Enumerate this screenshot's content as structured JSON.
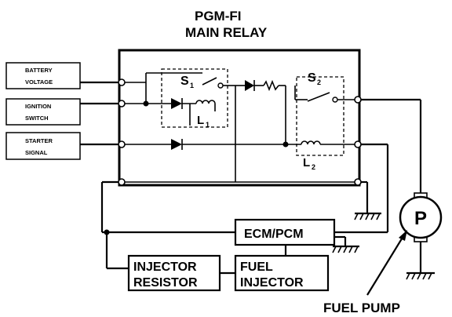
{
  "title": {
    "line1": "PGM-FI",
    "line2": "MAIN RELAY"
  },
  "inputs": [
    {
      "line1": "BATTERY",
      "line2": "VOLTAGE"
    },
    {
      "line1": "IGNITION",
      "line2": "SWITCH"
    },
    {
      "line1": "STARTER",
      "line2": "SIGNAL"
    }
  ],
  "switches": {
    "s1": "S",
    "s1_sub": "1",
    "s2": "S",
    "s2_sub": "2"
  },
  "coils": {
    "l1": "L",
    "l1_sub": "1",
    "l2": "L",
    "l2_sub": "2"
  },
  "components": {
    "ecm": "ECM/PCM",
    "injector_resistor": {
      "line1": "INJECTOR",
      "line2": "RESISTOR"
    },
    "fuel_injector": {
      "line1": "FUEL",
      "line2": "INJECTOR"
    },
    "pump_symbol": "P",
    "pump_label": "FUEL PUMP"
  }
}
